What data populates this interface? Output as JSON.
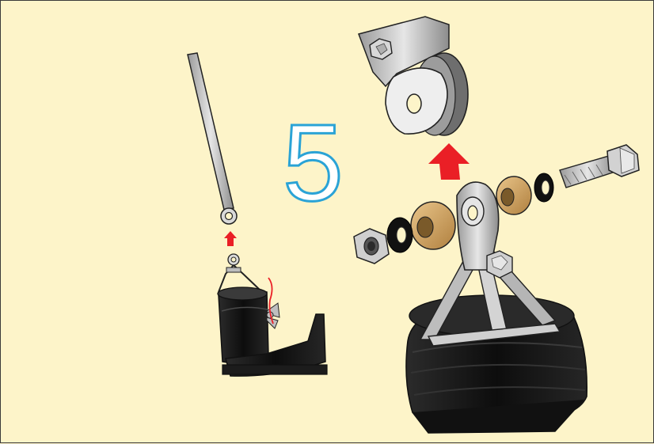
{
  "step_number": "5",
  "colors": {
    "background": "#fdf4c9",
    "step_number_outline": "#2aa3d6",
    "arrow": "#ea1f26",
    "bronze_bushing": "#c79a5a",
    "steel": "#c9c9c9",
    "black_part": "#141414"
  },
  "parts": [
    "rod-with-eyelet",
    "small-cup-assembly",
    "pulley-bracket",
    "hex-nut",
    "washer",
    "bronze-bushing",
    "hex-bolt",
    "large-cup-assembly"
  ]
}
